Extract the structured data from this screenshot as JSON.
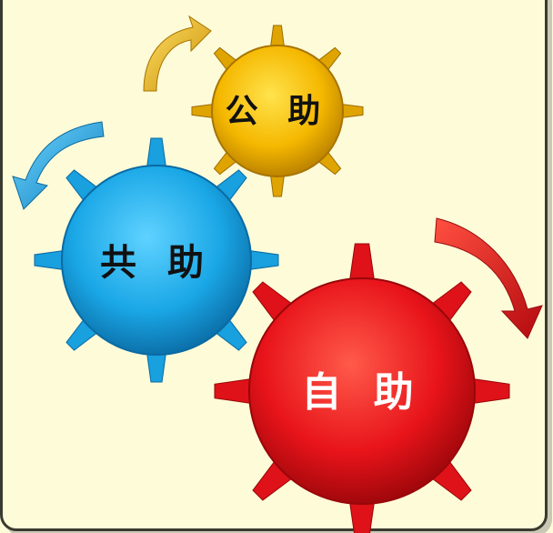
{
  "gears": {
    "kojo": {
      "label": "公 助",
      "color": "#f5b800",
      "text_color": "#111111"
    },
    "kyojo": {
      "label": "共 助",
      "color": "#1aa7e6",
      "text_color": "#111111"
    },
    "jijo": {
      "label": "自 助",
      "color": "#e8141a",
      "text_color": "#ffffff"
    }
  },
  "colors": {
    "background": "#fdfbd8",
    "frame": "#3a3a30"
  },
  "icons": [
    "curved-arrow-icon"
  ]
}
